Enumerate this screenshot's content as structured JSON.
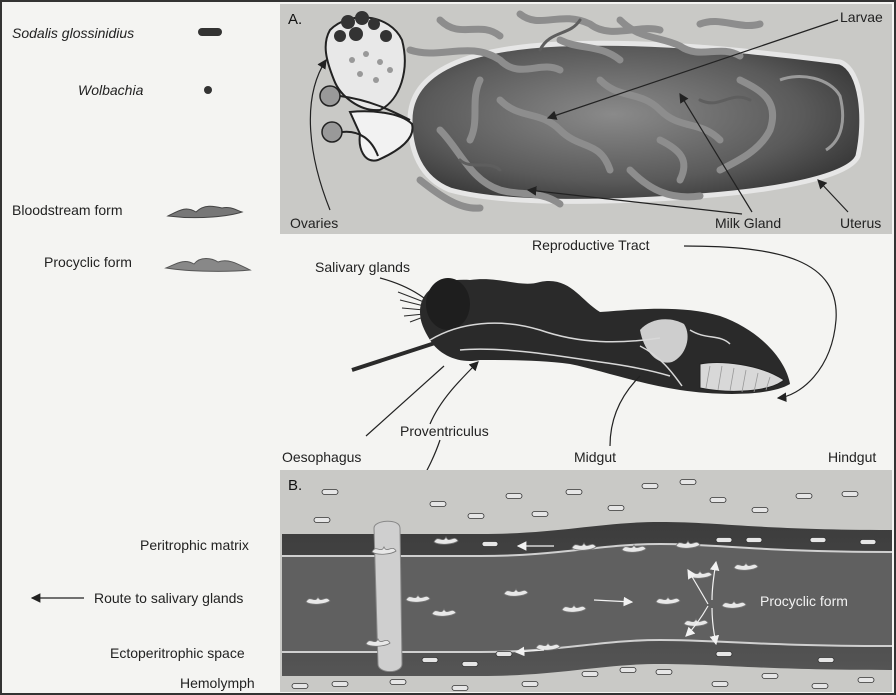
{
  "legend": {
    "sodalis": "Sodalis glossinidius",
    "wolbachia": "Wolbachia",
    "bloodstream": "Bloodstream form",
    "procyclic": "Procyclic form"
  },
  "panel_a": {
    "letter": "A.",
    "larvae": "Larvae",
    "ovaries": "Ovaries",
    "milk_gland": "Milk Gland",
    "uterus": "Uterus"
  },
  "fly": {
    "reproductive_tract": "Reproductive Tract",
    "salivary_glands": "Salivary glands",
    "proventriculus": "Proventriculus",
    "oesophagus": "Oesophagus",
    "midgut": "Midgut",
    "hindgut": "Hindgut"
  },
  "panel_b": {
    "letter": "B.",
    "peritrophic_matrix": "Peritrophic matrix",
    "route": "Route to salivary glands",
    "ectoperitrophic": "Ectoperitrophic space",
    "hemolymph": "Hemolymph",
    "procyclic_form": "Procyclic form"
  },
  "colors": {
    "background": "#f4f4f2",
    "panel_gray": "#c9c9c6",
    "dark": "#2a2a2a",
    "gut": "#4a4a4a",
    "lumen": "#606060"
  }
}
